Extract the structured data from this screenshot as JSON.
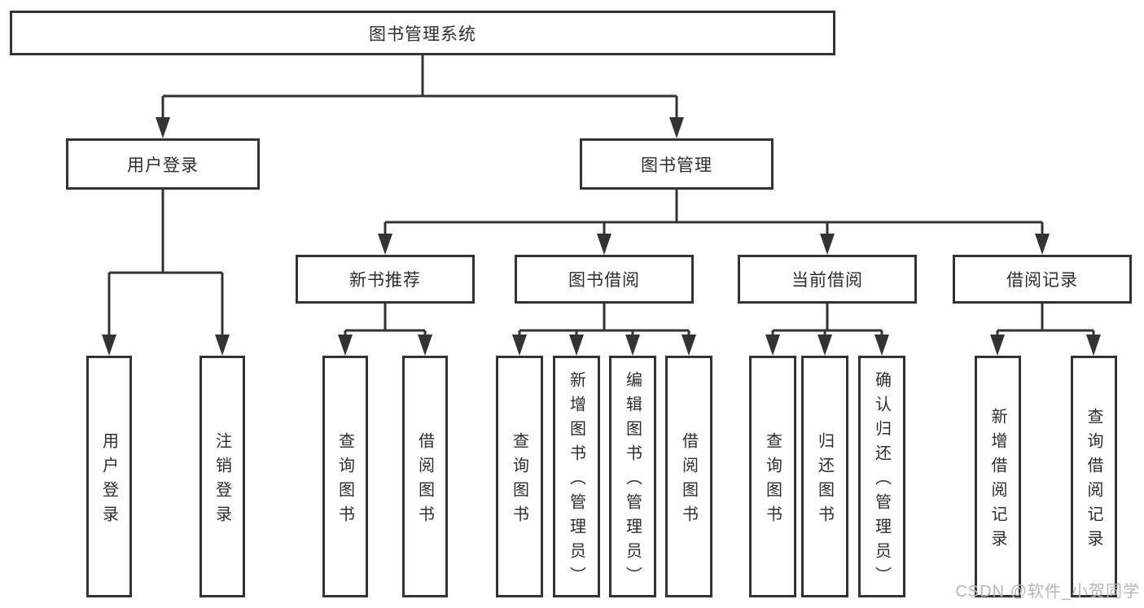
{
  "nodes": {
    "root": "图书管理系统",
    "login": {
      "label": "用户登录",
      "children": [
        "用户登录",
        "注销登录"
      ]
    },
    "management": {
      "label": "图书管理",
      "sections": [
        {
          "label": "新书推荐",
          "children": [
            "查询图书",
            "借阅图书"
          ]
        },
        {
          "label": "图书借阅",
          "children": [
            "查询图书",
            "新增图书（管理员）",
            "编辑图书（管理员）",
            "借阅图书"
          ]
        },
        {
          "label": "当前借阅",
          "children": [
            "查询图书",
            "归还图书",
            "确认归还（管理员）"
          ]
        },
        {
          "label": "借阅记录",
          "children": [
            "新增借阅记录",
            "查询借阅记录"
          ]
        }
      ]
    }
  },
  "watermark": "CSDN @软件_小贺同学",
  "colors": {
    "line": "#333333",
    "box_border": "#333333",
    "box_fill": "#ffffff",
    "text": "#2d2d2d",
    "watermark": "#b6b6b6",
    "page_bg": "#ffffff"
  }
}
